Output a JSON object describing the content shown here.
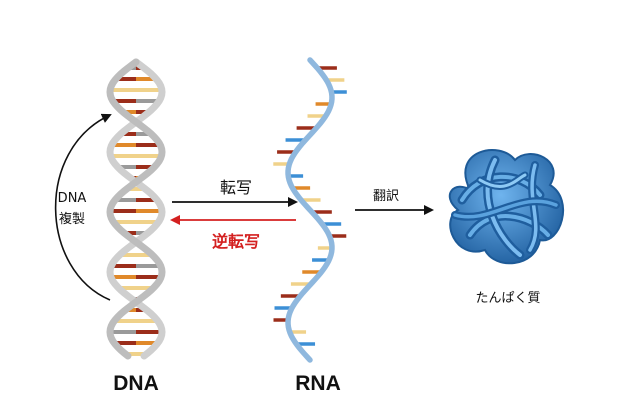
{
  "labels": {
    "dna": "DNA",
    "rna": "RNA",
    "replication_line1": "DNA",
    "replication_line2": "複製",
    "transcription": "転写",
    "reverse_transcription": "逆転写",
    "translation": "翻訳",
    "protein": "たんぱく質"
  },
  "colors": {
    "backbone_dna": "#cfcfcf",
    "backbone_rna": "#8fb8de",
    "base_dark_red": "#9b2d1a",
    "base_orange": "#e0892a",
    "base_yellow": "#f0d28a",
    "base_gray": "#9a9a9a",
    "base_blue": "#3c8fd6",
    "protein": "#2f7fc6",
    "arrow": "#111111",
    "reverse_arrow": "#d42020"
  }
}
